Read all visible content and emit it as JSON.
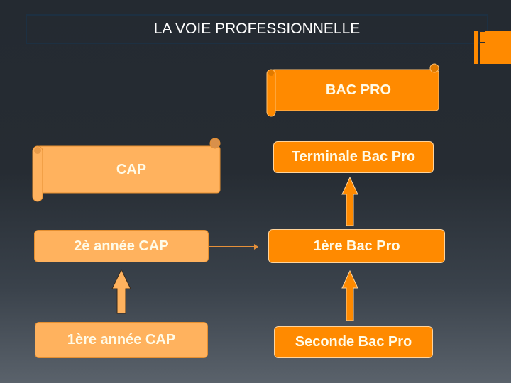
{
  "title": "LA VOIE PROFESSIONNELLE",
  "colors": {
    "background_top": "#242a31",
    "background_bottom": "#5a626b",
    "orange_dark": "#ff8a00",
    "orange_light": "#ffb25e",
    "text": "#fffbe8"
  },
  "diagram": {
    "bac_pro_scroll": "BAC PRO",
    "cap_scroll": "CAP",
    "bac_pro_track": [
      {
        "label": "Terminale Bac Pro"
      },
      {
        "label": "1ère Bac Pro"
      },
      {
        "label": "Seconde Bac Pro"
      }
    ],
    "cap_track": [
      {
        "label": "2è année CAP"
      },
      {
        "label": "1ère année CAP"
      }
    ],
    "connections": [
      {
        "from": "Seconde Bac Pro",
        "to": "1ère Bac Pro",
        "type": "up-arrow"
      },
      {
        "from": "1ère Bac Pro",
        "to": "Terminale Bac Pro",
        "type": "up-arrow"
      },
      {
        "from": "1ère année CAP",
        "to": "2è année CAP",
        "type": "up-arrow"
      },
      {
        "from": "2è année CAP",
        "to": "1ère Bac Pro",
        "type": "line-arrow"
      }
    ]
  }
}
